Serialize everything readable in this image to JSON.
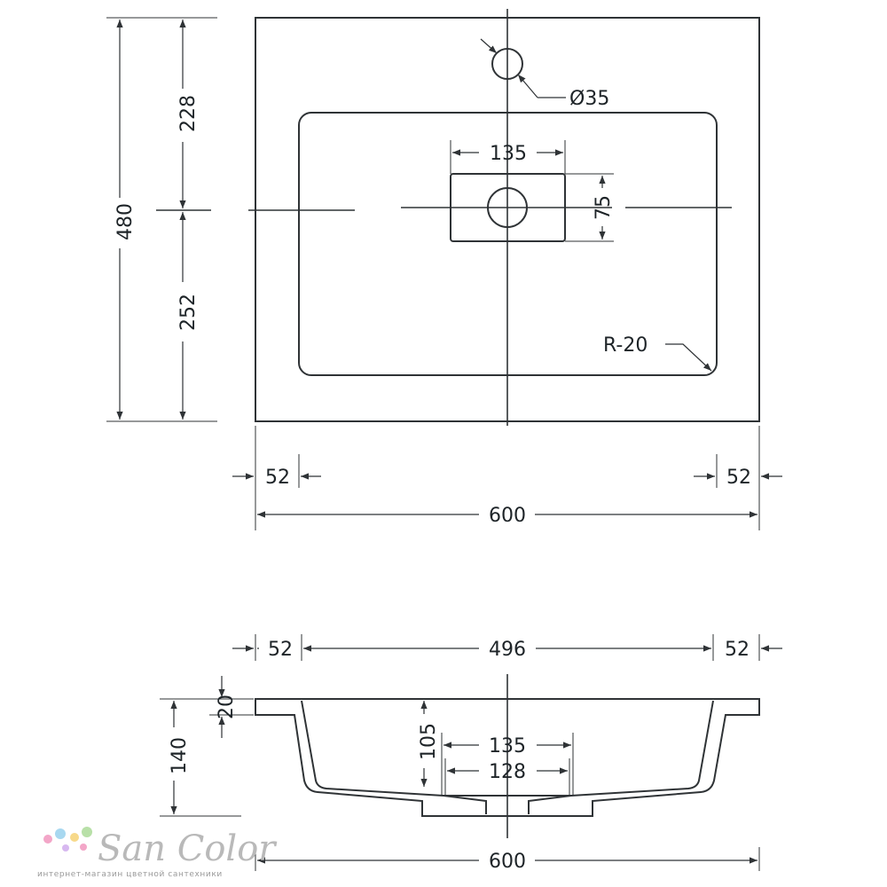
{
  "top_view": {
    "total_height": "480",
    "upper_part": "228",
    "lower_part": "252",
    "drain_width": "135",
    "drain_height": "75",
    "tap_hole": "Ø35",
    "corner_radius": "R-20",
    "left_rim": "52",
    "right_rim": "52",
    "total_width": "600"
  },
  "section_view": {
    "left_rim": "52",
    "bowl_width": "496",
    "right_rim": "52",
    "rim_thickness": "20",
    "total_depth": "140",
    "bowl_depth": "105",
    "drain_outer": "135",
    "drain_inner": "128",
    "total_width": "600"
  },
  "logo": {
    "name": "San Color",
    "tagline": "интернет-магазин цветной сантехники",
    "dot_colors": [
      "#f3a6c8",
      "#a8d8f0",
      "#f7d98a",
      "#b8e0a8",
      "#d7b8f0"
    ]
  },
  "colors": {
    "line": "#2f3336",
    "text": "#1e2428",
    "logo": "#b9b9b9"
  }
}
